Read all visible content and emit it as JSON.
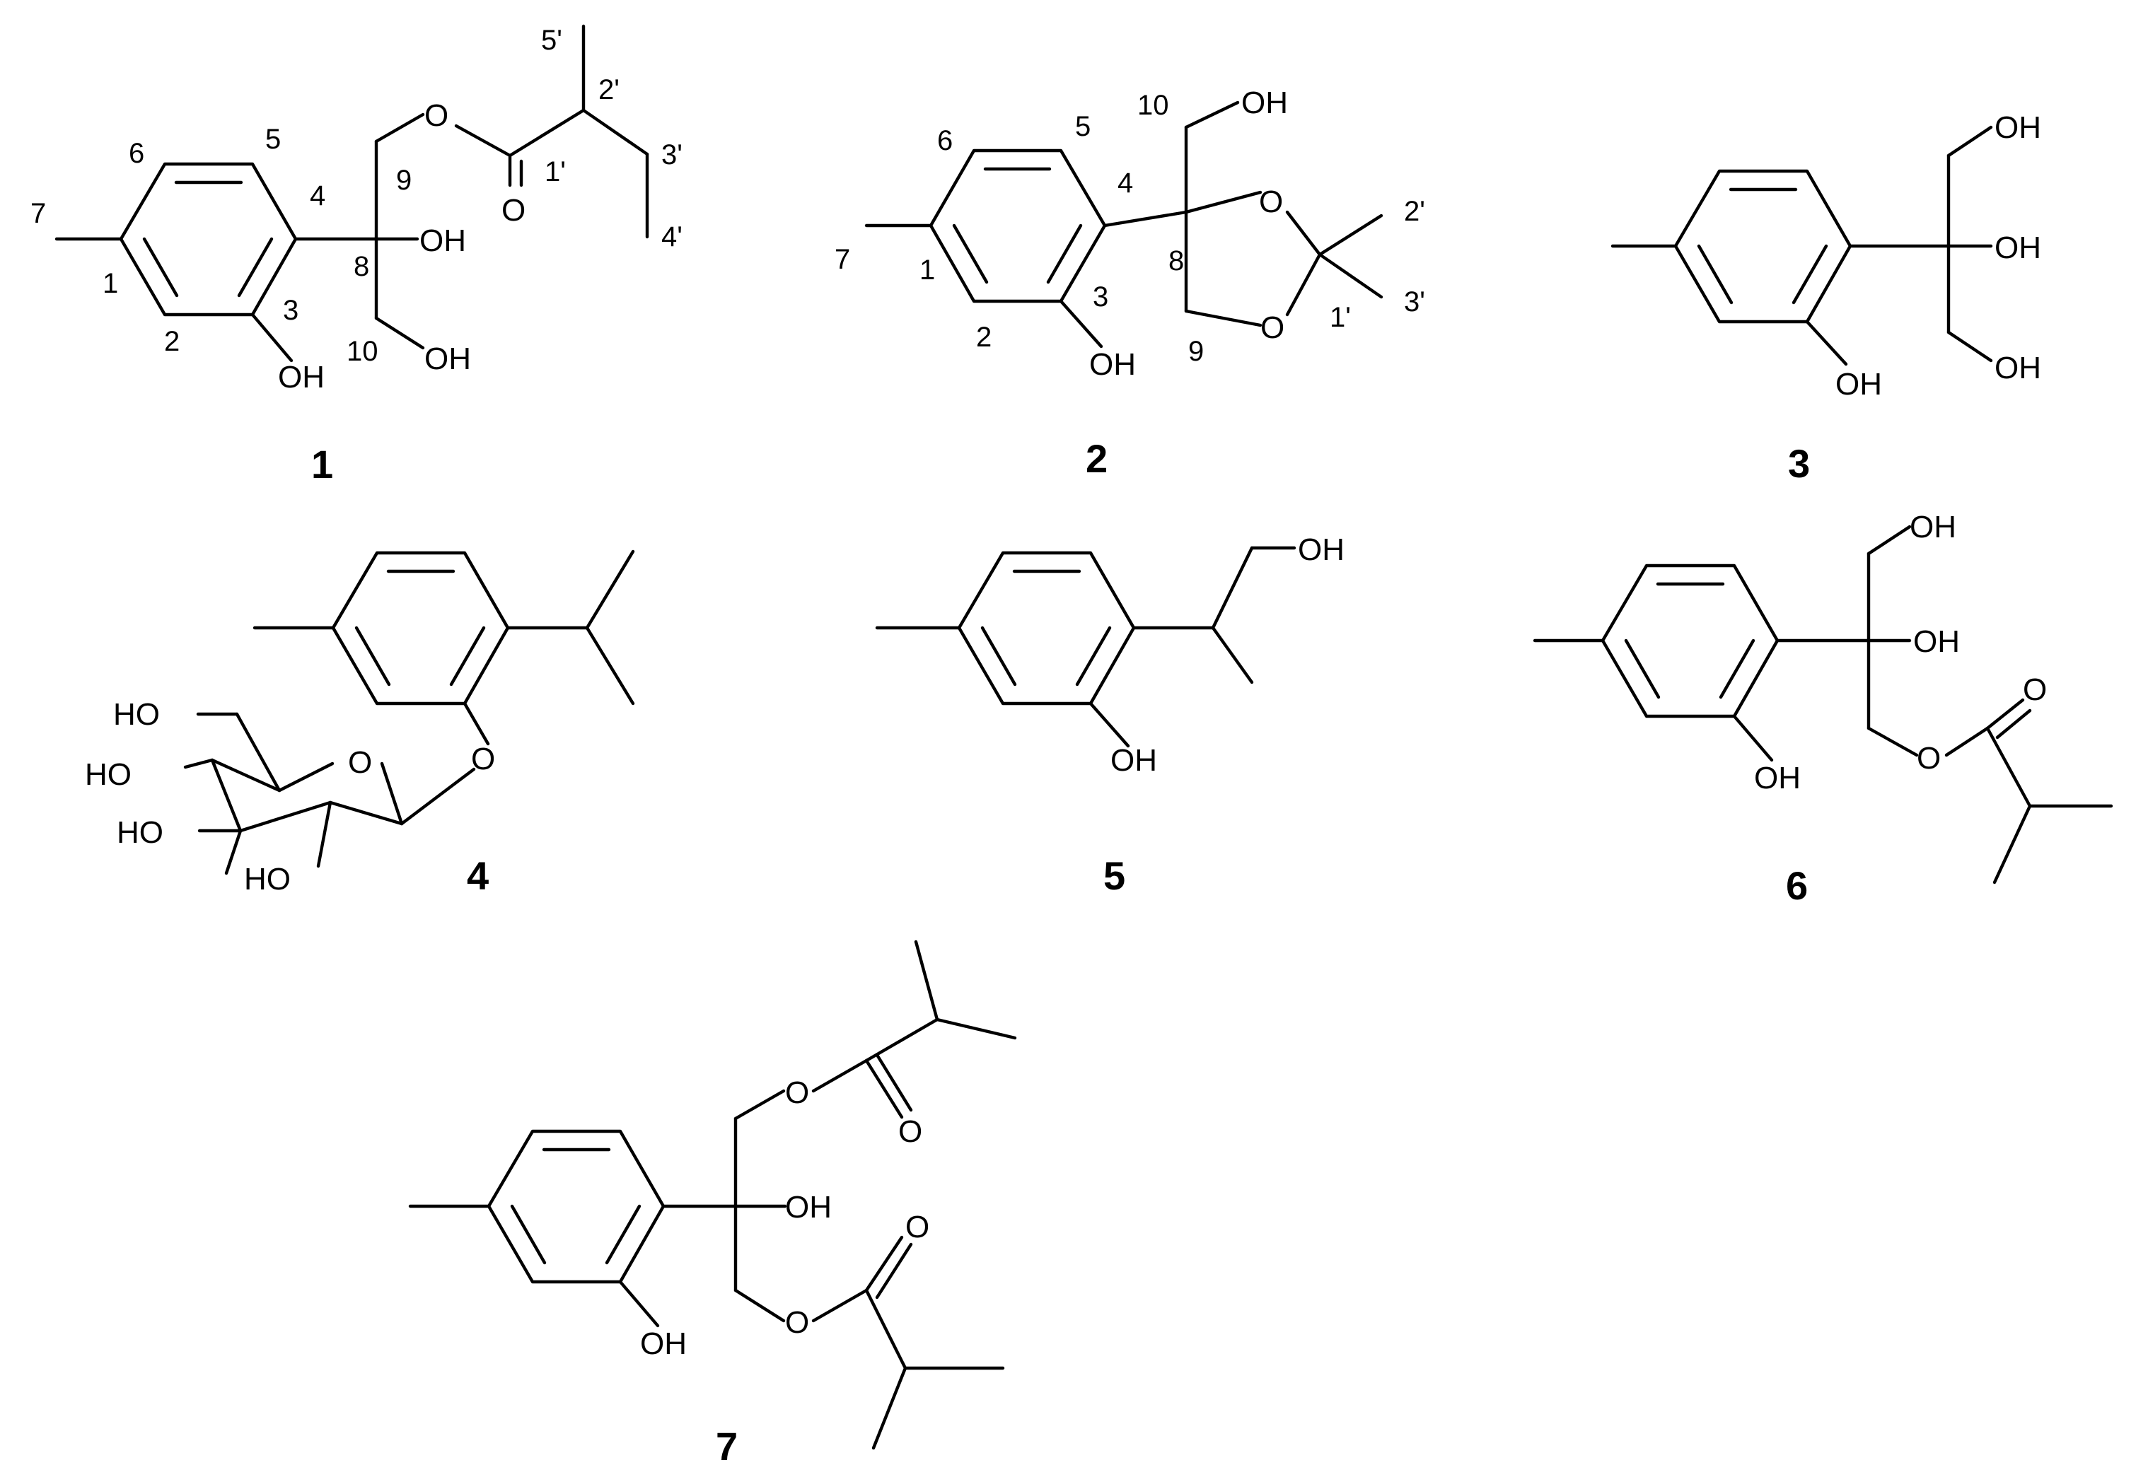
{
  "figure": {
    "compounds": [
      {
        "id": "1",
        "atom_labels": [
          "O",
          "O",
          "OH",
          "OH",
          "OH"
        ],
        "locants": [
          "1",
          "2",
          "3",
          "4",
          "5",
          "6",
          "7",
          "8",
          "9",
          "10",
          "1'",
          "2'",
          "3'",
          "4'",
          "5'"
        ]
      },
      {
        "id": "2",
        "atom_labels": [
          "OH",
          "O",
          "O",
          "OH"
        ],
        "locants": [
          "1",
          "2",
          "3",
          "4",
          "5",
          "6",
          "7",
          "8",
          "9",
          "10",
          "1'",
          "2'",
          "3'"
        ]
      },
      {
        "id": "3",
        "atom_labels": [
          "OH",
          "OH",
          "OH",
          "OH"
        ],
        "locants": []
      },
      {
        "id": "4",
        "atom_labels": [
          "O",
          "O",
          "HO",
          "HO",
          "HO",
          "HO"
        ],
        "locants": []
      },
      {
        "id": "5",
        "atom_labels": [
          "OH",
          "OH"
        ],
        "locants": []
      },
      {
        "id": "6",
        "atom_labels": [
          "OH",
          "OH",
          "OH",
          "O",
          "O"
        ],
        "locants": []
      },
      {
        "id": "7",
        "atom_labels": [
          "OH",
          "OH",
          "O",
          "O",
          "O",
          "O"
        ],
        "locants": []
      }
    ]
  }
}
